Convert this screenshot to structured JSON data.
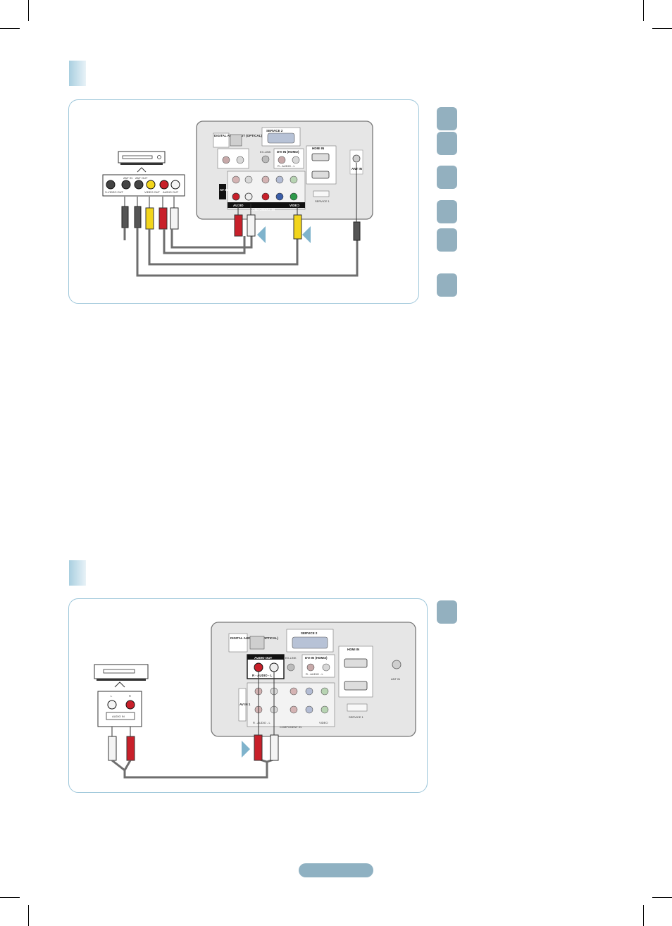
{
  "tv_panel": {
    "digital_audio_out": "DIGITAL AUDIO OUT (OPTICAL)",
    "service_2": "SERVICE 2",
    "hdmi_in": "HDMI IN",
    "ex_link": "EX-LINK",
    "dvi_in_hdmi2": "DVI IN (HDMI2)",
    "audio_lr": "R - AUDIO - L",
    "av_in_1": "AV IN 1",
    "component_in": "COMPONENT IN",
    "audio": "AUDIO",
    "video": "VIDEO",
    "service_1": "SERVICE 1",
    "ant_in": "ANT IN"
  },
  "tv_panel_1": {
    "audio_out": "AUDIO OUT"
  },
  "device_1": {
    "ant_in": "ANT IN",
    "ant_out": "ANT OUT",
    "video_out": "VIDEO OUT",
    "audio_out": "AUDIO OUT",
    "s_video_out": "S-VIDEO OUT"
  },
  "device_2": {
    "l": "L",
    "r": "R",
    "audio_in": "AUDIO IN"
  },
  "colors": {
    "frame": "#9dc6da",
    "badge": "#93b0bf",
    "arrow": "#7fb3cc",
    "cable": "#6e6e6e",
    "plug_red": "#c8202a",
    "plug_yellow": "#f2d51c",
    "plug_white": "#f4f4f4"
  }
}
